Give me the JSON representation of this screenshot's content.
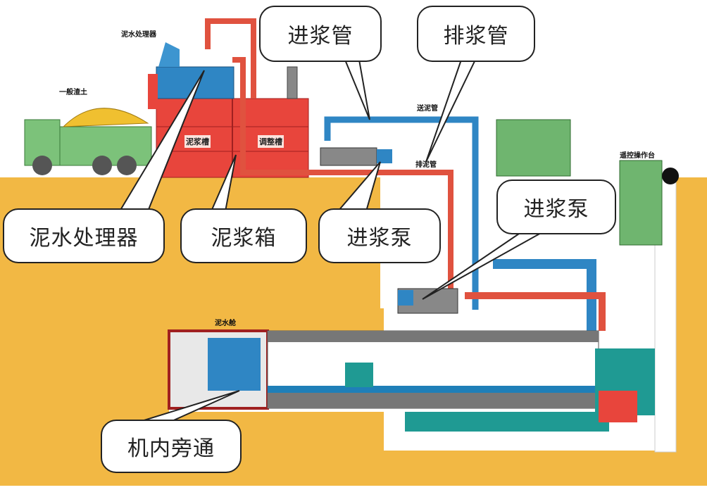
{
  "callouts": {
    "slurry_treatment": "泥水处理器",
    "slurry_tank": "泥浆箱",
    "feed_pump_left": "进浆泵",
    "feed_pipe": "进浆管",
    "discharge_pipe": "排浆管",
    "feed_pump_right": "进浆泵",
    "bypass": "机内旁通"
  },
  "small_labels": {
    "treatment_unit": "泥水处理器",
    "muck": "一般渣土",
    "settling_tank": "泥浆槽",
    "adjust_tank": "调整槽",
    "feed_pipe_tag": "送泥管",
    "discharge_pipe_tag": "排泥管",
    "control_room": "遥控操作台",
    "chamber": "泥水舱"
  },
  "colors": {
    "ground": "#f2b844",
    "tank_red": "#e8453c",
    "pipe_blue": "#2f86c4",
    "pipe_red": "#e0523f",
    "machine_green": "#6fb56f",
    "teal": "#1f9a93"
  }
}
